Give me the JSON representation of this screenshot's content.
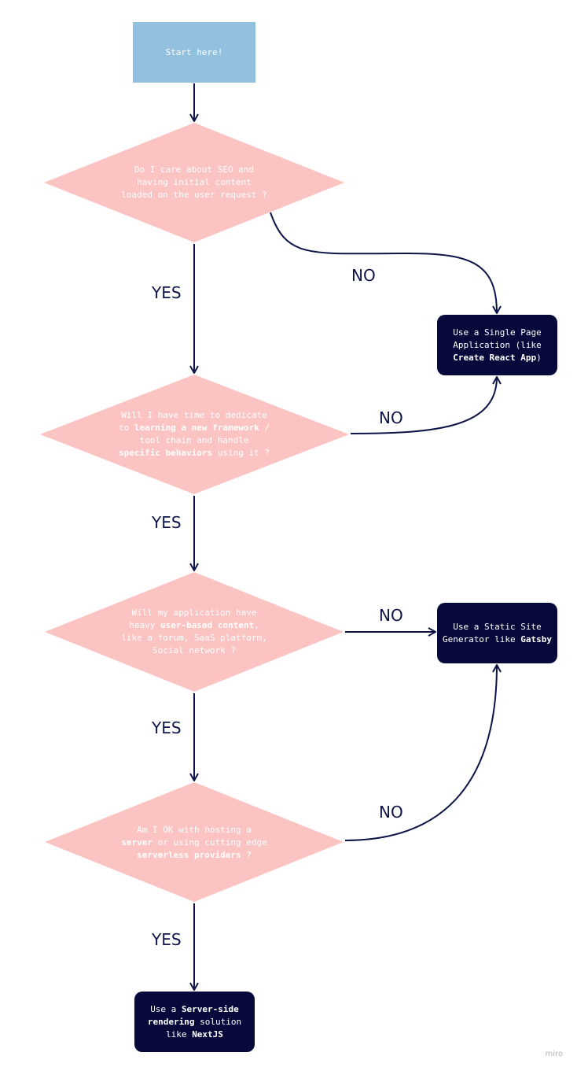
{
  "colors": {
    "start_fill": "#92c0df",
    "diamond_fill": "#fcc3c3",
    "result_fill": "#07093a",
    "connector": "#0e1448",
    "watermark": "#b4b4bb"
  },
  "nodes": {
    "start": {
      "text": "Start here!"
    },
    "q_seo": {
      "segments": [
        {
          "t": "Do I care about SEO and"
        },
        {
          "br": true
        },
        {
          "t": "having initial content"
        },
        {
          "br": true
        },
        {
          "t": "loaded on the user request ?"
        }
      ]
    },
    "q_time": {
      "segments": [
        {
          "t": "Will I have time to dedicate"
        },
        {
          "br": true
        },
        {
          "t": "to "
        },
        {
          "t": "learning a new framework",
          "b": true
        },
        {
          "t": " /"
        },
        {
          "br": true
        },
        {
          "t": "tool chain and handle"
        },
        {
          "br": true
        },
        {
          "t": "specific behaviors",
          "b": true
        },
        {
          "t": " using it ?"
        }
      ]
    },
    "q_user_content": {
      "segments": [
        {
          "t": "Will my application have"
        },
        {
          "br": true
        },
        {
          "t": "heavy "
        },
        {
          "t": "user-based content",
          "b": true
        },
        {
          "t": ","
        },
        {
          "br": true
        },
        {
          "t": "like a forum, SaaS platform,"
        },
        {
          "br": true
        },
        {
          "t": "Social network ?"
        }
      ]
    },
    "q_server": {
      "segments": [
        {
          "t": "Am I OK with hosting a"
        },
        {
          "br": true
        },
        {
          "t": "server",
          "b": true
        },
        {
          "t": " or using cutting edge"
        },
        {
          "br": true
        },
        {
          "t": "serverless providers",
          "b": true
        },
        {
          "t": " ?"
        }
      ]
    },
    "r_spa": {
      "segments": [
        {
          "t": "Use a Single Page"
        },
        {
          "br": true
        },
        {
          "t": "Application (like"
        },
        {
          "br": true
        },
        {
          "t": "Create React App",
          "b": true
        },
        {
          "t": ")"
        }
      ]
    },
    "r_ssg": {
      "segments": [
        {
          "t": "Use a Static Site"
        },
        {
          "br": true
        },
        {
          "t": "Generator like "
        },
        {
          "t": "Gatsby",
          "b": true
        }
      ]
    },
    "r_ssr": {
      "segments": [
        {
          "t": "Use a "
        },
        {
          "t": "Server-side",
          "b": true
        },
        {
          "br": true
        },
        {
          "t": "rendering",
          "b": true
        },
        {
          "t": " solution"
        },
        {
          "br": true
        },
        {
          "t": "like "
        },
        {
          "t": "NextJS",
          "b": true
        }
      ]
    }
  },
  "edge_labels": {
    "yes_1": "YES",
    "no_1": "NO",
    "no_2": "NO",
    "yes_2": "YES",
    "no_3": "NO",
    "yes_3": "YES",
    "no_4": "NO",
    "yes_4": "YES"
  },
  "watermark": "miro"
}
